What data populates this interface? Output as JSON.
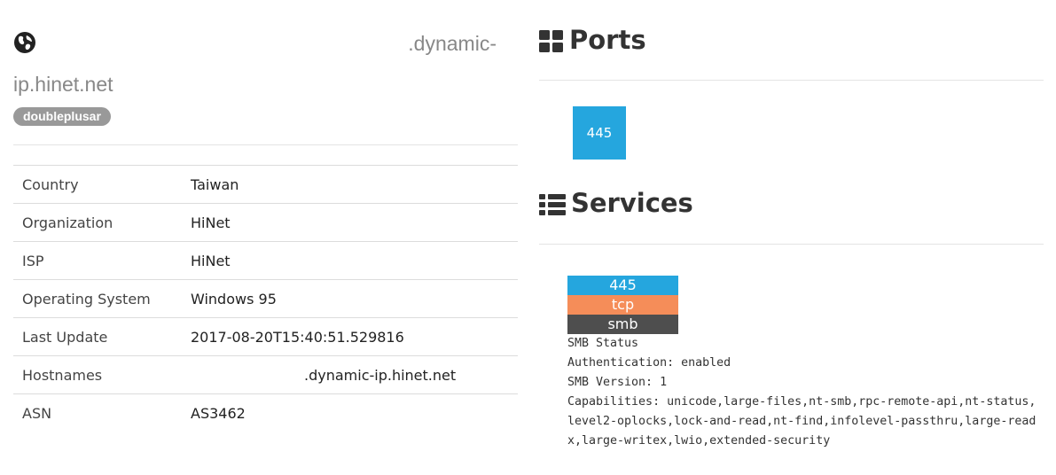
{
  "host": {
    "name_suffix": ".dynamic-",
    "name_line2": "ip.hinet.net",
    "tag": "doubleplusar"
  },
  "info": {
    "rows": [
      {
        "label": "Country",
        "value": "Taiwan"
      },
      {
        "label": "Organization",
        "value": "HiNet"
      },
      {
        "label": "ISP",
        "value": "HiNet"
      },
      {
        "label": "Operating System",
        "value": "Windows 95"
      },
      {
        "label": "Last Update",
        "value": "2017-08-20T15:40:51.529816"
      },
      {
        "label": "Hostnames",
        "value": ".dynamic-ip.hinet.net"
      },
      {
        "label": "ASN",
        "value": "AS3462"
      }
    ]
  },
  "ports": {
    "title": "Ports",
    "items": [
      "445"
    ]
  },
  "services": {
    "title": "Services",
    "port": "445",
    "transport": "tcp",
    "name": "smb",
    "banner": "SMB Status\nAuthentication: enabled\nSMB Version: 1\nCapabilities: unicode,large-files,nt-smb,rpc-remote-api,nt-status,level2-oplocks,lock-and-read,nt-find,infolevel-passthru,large-readx,large-writex,lwio,extended-security"
  },
  "colors": {
    "port_blue": "#25a6de",
    "tcp_orange": "#f58d59",
    "smb_dark": "#4e4e4e",
    "tag_gray": "#999999"
  },
  "icons": {
    "host": "globe-icon",
    "ports": "th-large-icon",
    "services": "list-icon"
  }
}
